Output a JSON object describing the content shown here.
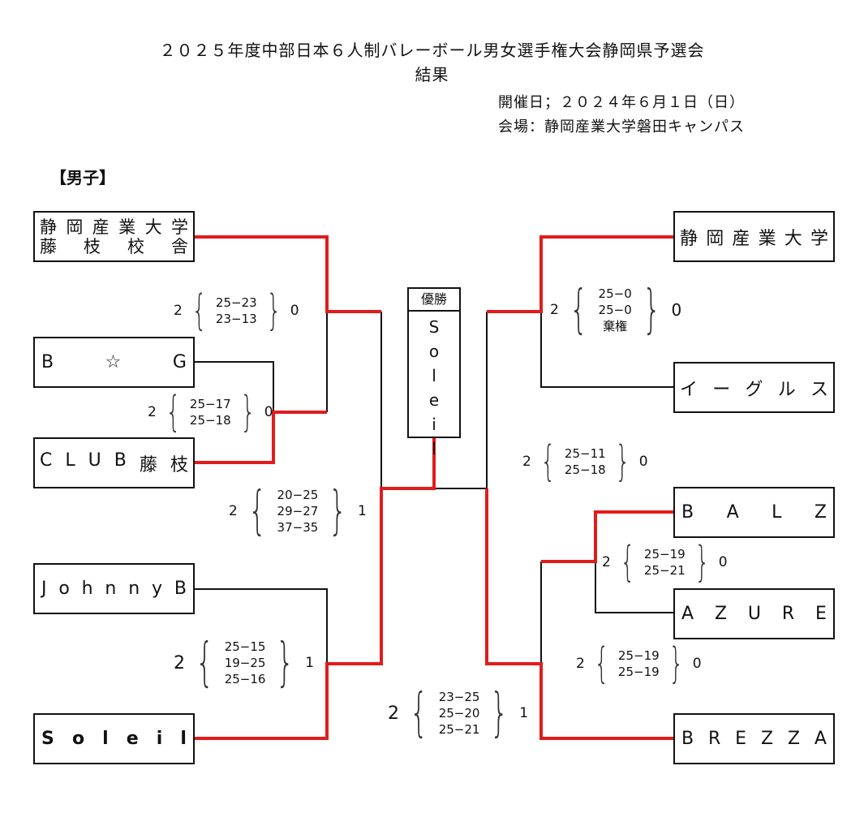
{
  "header": {
    "title": "２０２５年度中部日本６人制バレーボール男女選手権大会静岡県予選会",
    "subtitle": "結果",
    "date": "開催日；２０２４年６月１日（日）",
    "venue": "会場：静岡産業大学磐田キャンパス"
  },
  "section_label": "【男子】",
  "champion": {
    "header": "優勝",
    "letters": [
      "S",
      "o",
      "l",
      "e",
      "i",
      "l"
    ]
  },
  "colors": {
    "winner_line": "#e31b1b",
    "loser_line": "#111111"
  },
  "teams": {
    "left1": {
      "line1": [
        "静",
        "岡",
        "産",
        "業",
        "大",
        "学"
      ],
      "line2": [
        "藤",
        "枝",
        "校",
        "舎"
      ]
    },
    "left2": [
      "B",
      "☆",
      "G"
    ],
    "left3": [
      "C",
      "L",
      "U",
      "B",
      "藤",
      "枝"
    ],
    "left4": [
      "J",
      "o",
      "h",
      "n",
      "n",
      "y",
      "B"
    ],
    "left5": [
      "S",
      "o",
      "l",
      "e",
      "i",
      "l"
    ],
    "right1": [
      "静",
      "岡",
      "産",
      "業",
      "大",
      "学"
    ],
    "right2": [
      "イ",
      "ー",
      "グ",
      "ル",
      "ス"
    ],
    "right3": [
      "B",
      "A",
      "L",
      "Z"
    ],
    "right4": [
      "A",
      "Z",
      "U",
      "R",
      "E"
    ],
    "right5": [
      "B",
      "R",
      "E",
      "Z",
      "Z",
      "A"
    ]
  },
  "scores": {
    "L_r1a": {
      "left": "2",
      "sets": [
        "25−23",
        "23−13"
      ],
      "right": "0"
    },
    "L_r1b": {
      "left": "2",
      "sets": [
        "25−17",
        "25−18"
      ],
      "right": "0"
    },
    "L_sf": {
      "left": "2",
      "sets": [
        "20−25",
        "29−27",
        "37−35"
      ],
      "right": "1"
    },
    "L_r1c": {
      "left": "2",
      "sets": [
        "25−15",
        "19−25",
        "25−16"
      ],
      "right": "1"
    },
    "R_r1a": {
      "left": "2",
      "sets": [
        "25−0",
        "25−0",
        "棄権"
      ],
      "right": "0"
    },
    "R_sf": {
      "left": "2",
      "sets": [
        "25−11",
        "25−18"
      ],
      "right": "0"
    },
    "R_r1b": {
      "left": "2",
      "sets": [
        "25−19",
        "25−21"
      ],
      "right": "0"
    },
    "R_r1c": {
      "left": "2",
      "sets": [
        "25−19",
        "25−19"
      ],
      "right": "0"
    },
    "final": {
      "left": "2",
      "sets": [
        "23−25",
        "25−20",
        "25−21"
      ],
      "right": "1"
    }
  }
}
